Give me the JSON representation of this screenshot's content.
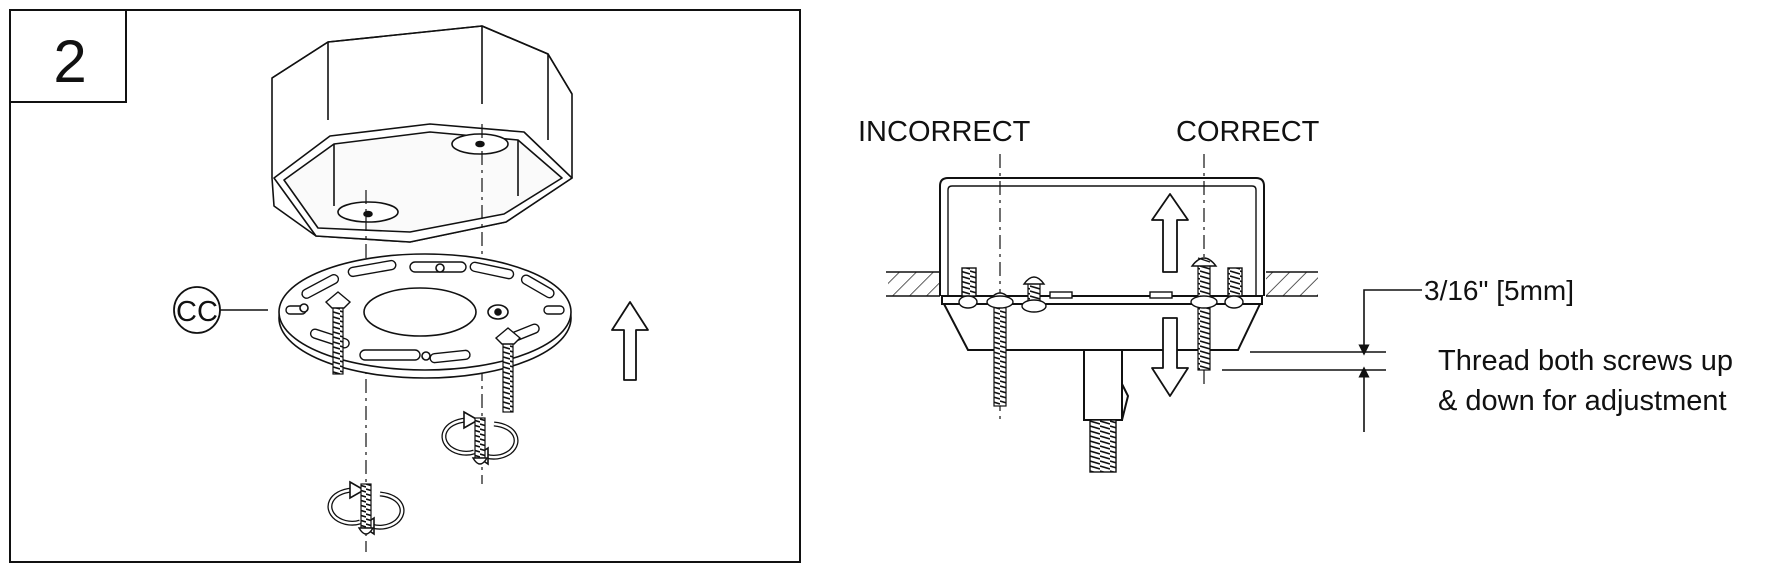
{
  "step": {
    "number": "2"
  },
  "left_panel": {
    "part_callout": "CC"
  },
  "right_panel": {
    "incorrect_label": "INCORRECT",
    "correct_label": "CORRECT",
    "gap_dimension": "3/16\" [5mm]",
    "instruction_line1": "Thread both screws up",
    "instruction_line2": "& down for adjustment"
  },
  "icons": {
    "rotate": "rotate-arrows-icon",
    "up": "up-arrow-icon",
    "down": "down-arrow-icon",
    "screw": "screw-icon"
  },
  "colors": {
    "line": "#111111",
    "background": "#ffffff"
  }
}
